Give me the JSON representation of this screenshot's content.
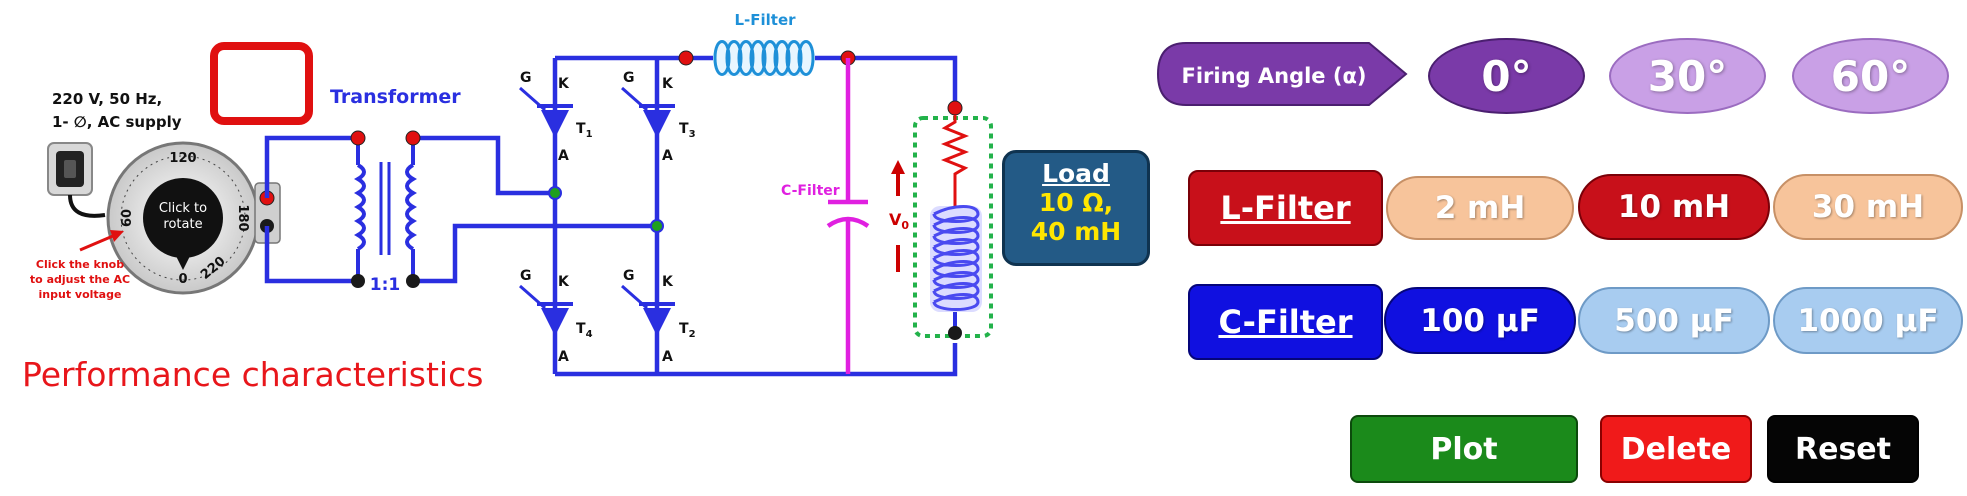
{
  "supply": {
    "line1": "220 V, 50 Hz,",
    "line2": "1- ∅, AC supply",
    "knob_label_1": "Click to",
    "knob_label_2": "rotate",
    "dial_120": "120",
    "dial_60": "60",
    "dial_180": "180",
    "dial_0": "0",
    "dial_220": "220",
    "hint_1": "Click the knob",
    "hint_2": "to adjust the AC",
    "hint_3": "input voltage"
  },
  "circuit": {
    "transformer_label": "Transformer",
    "ratio_label": "1:1",
    "l_filter_label": "L-Filter",
    "c_filter_label": "C-Filter",
    "vo_label": "V",
    "vo_sub": "0",
    "thyristors": [
      {
        "g": "G",
        "k": "K",
        "a": "A",
        "name": "T",
        "sub": "1"
      },
      {
        "g": "G",
        "k": "K",
        "a": "A",
        "name": "T",
        "sub": "3"
      },
      {
        "g": "G",
        "k": "K",
        "a": "A",
        "name": "T",
        "sub": "4"
      },
      {
        "g": "G",
        "k": "K",
        "a": "A",
        "name": "T",
        "sub": "2"
      }
    ]
  },
  "load": {
    "title": "Load",
    "line1": "10 Ω,",
    "line2": "40 mH"
  },
  "performance_label": "Performance characteristics",
  "firing_angle": {
    "label": "Firing Angle (α)",
    "options": [
      "0°",
      "30°",
      "60°"
    ],
    "selected": "0°"
  },
  "l_filter": {
    "label": "L-Filter",
    "options": [
      "2 mH",
      "10 mH",
      "30 mH"
    ],
    "selected": "10 mH"
  },
  "c_filter": {
    "label": "C-Filter",
    "options": [
      "100 μF",
      "500 μF",
      "1000 μF"
    ],
    "selected": "100 μF"
  },
  "actions": {
    "plot": "Plot",
    "delete": "Delete",
    "reset": "Reset"
  },
  "colors": {
    "wire": "#2a2fe0",
    "transformer_red": "#e01010",
    "capacitor": "#e020e0",
    "coil": "#1e90d8",
    "load_box": "#235a86",
    "load_text": "#ffe600",
    "firing_dark": "#7a3aa8",
    "firing_light": "#c9a0e6",
    "l_dark": "#c8101a",
    "l_light": "#f7c49b",
    "c_dark": "#1010e0",
    "c_light": "#a8ccf0",
    "plot": "#1b8a1b",
    "delete": "#f01a1a",
    "reset": "#050505"
  }
}
